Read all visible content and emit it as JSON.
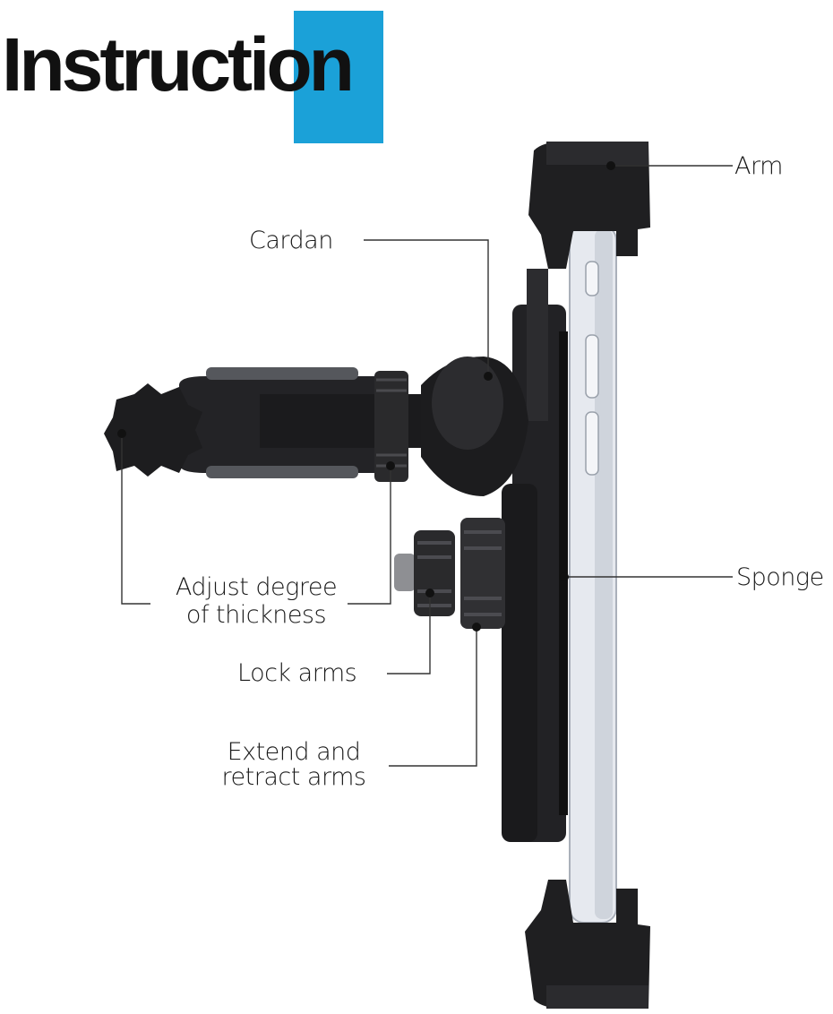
{
  "header": {
    "title": "Instruction",
    "accent_color": "#1ba1d8"
  },
  "labels": {
    "arm": "Arm",
    "cardan": "Cardan",
    "sponge": "Sponge",
    "adjust_line1": "Adjust degree",
    "adjust_line2": "of thickness",
    "lock_arms": "Lock arms",
    "extend_line1": "Extend and",
    "extend_line2": "retract arms"
  },
  "colors": {
    "holder": "#1c1c1e",
    "holder_light": "#3a3a3d",
    "phone_body": "#dfe3ea",
    "phone_edge": "#b9bfc8",
    "leader_line": "#333333"
  }
}
